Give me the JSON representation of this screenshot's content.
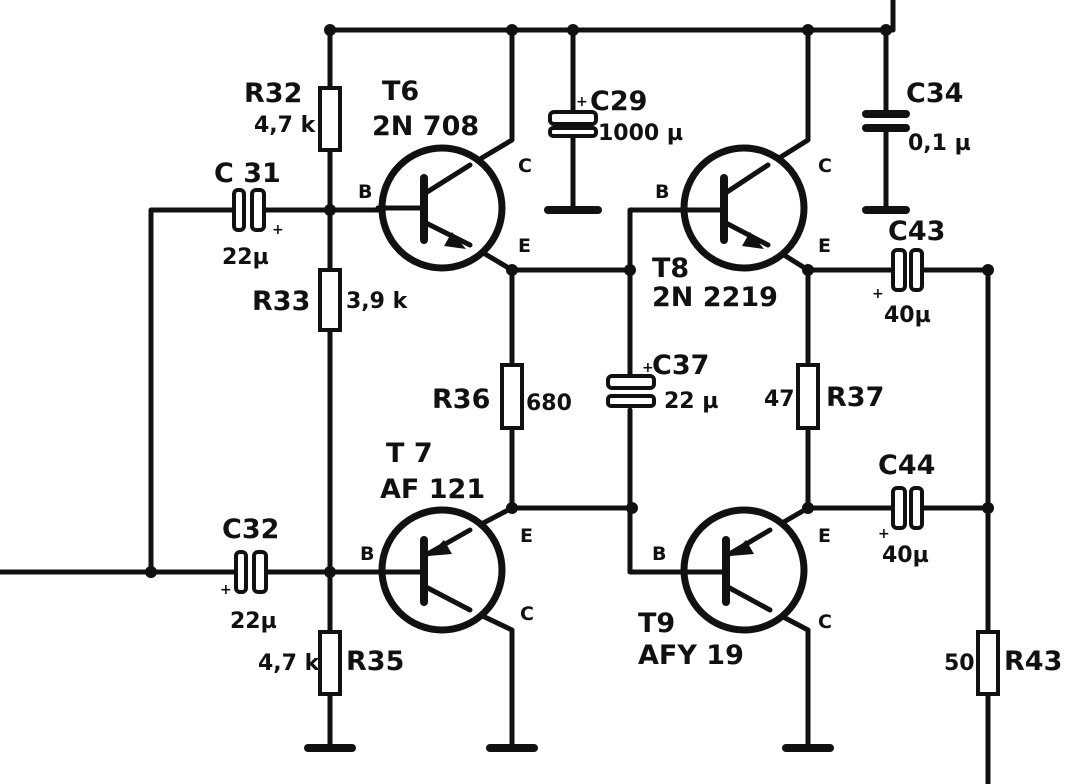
{
  "transistors": {
    "t6": {
      "ref": "T6",
      "type": "2N 708"
    },
    "t7": {
      "ref": "T 7",
      "type": "AF 121"
    },
    "t8": {
      "ref": "T8",
      "type": "2N 2219"
    },
    "t9": {
      "ref": "T9",
      "type": "AFY 19"
    }
  },
  "pins": {
    "base": "B",
    "collector": "C",
    "emitter": "E"
  },
  "resistors": {
    "r32": {
      "ref": "R32",
      "value": "4,7 k"
    },
    "r33": {
      "ref": "R33",
      "value": "3,9 k"
    },
    "r35": {
      "ref": "R35",
      "value": "4,7 k"
    },
    "r36": {
      "ref": "R36",
      "value": "680"
    },
    "r37": {
      "ref": "R37",
      "value": "47"
    },
    "r43": {
      "ref": "R43",
      "value": "50"
    }
  },
  "capacitors": {
    "c29": {
      "ref": "C29",
      "value": "1000 µ"
    },
    "c31": {
      "ref": "C 31",
      "value": "22µ"
    },
    "c32": {
      "ref": "C32",
      "value": "22µ"
    },
    "c34": {
      "ref": "C34",
      "value": "0,1 µ"
    },
    "c37": {
      "ref": "C37",
      "value": "22 µ"
    },
    "c43": {
      "ref": "C43",
      "value": "40µ"
    },
    "c44": {
      "ref": "C44",
      "value": "40µ"
    }
  },
  "polarity_mark": "+"
}
